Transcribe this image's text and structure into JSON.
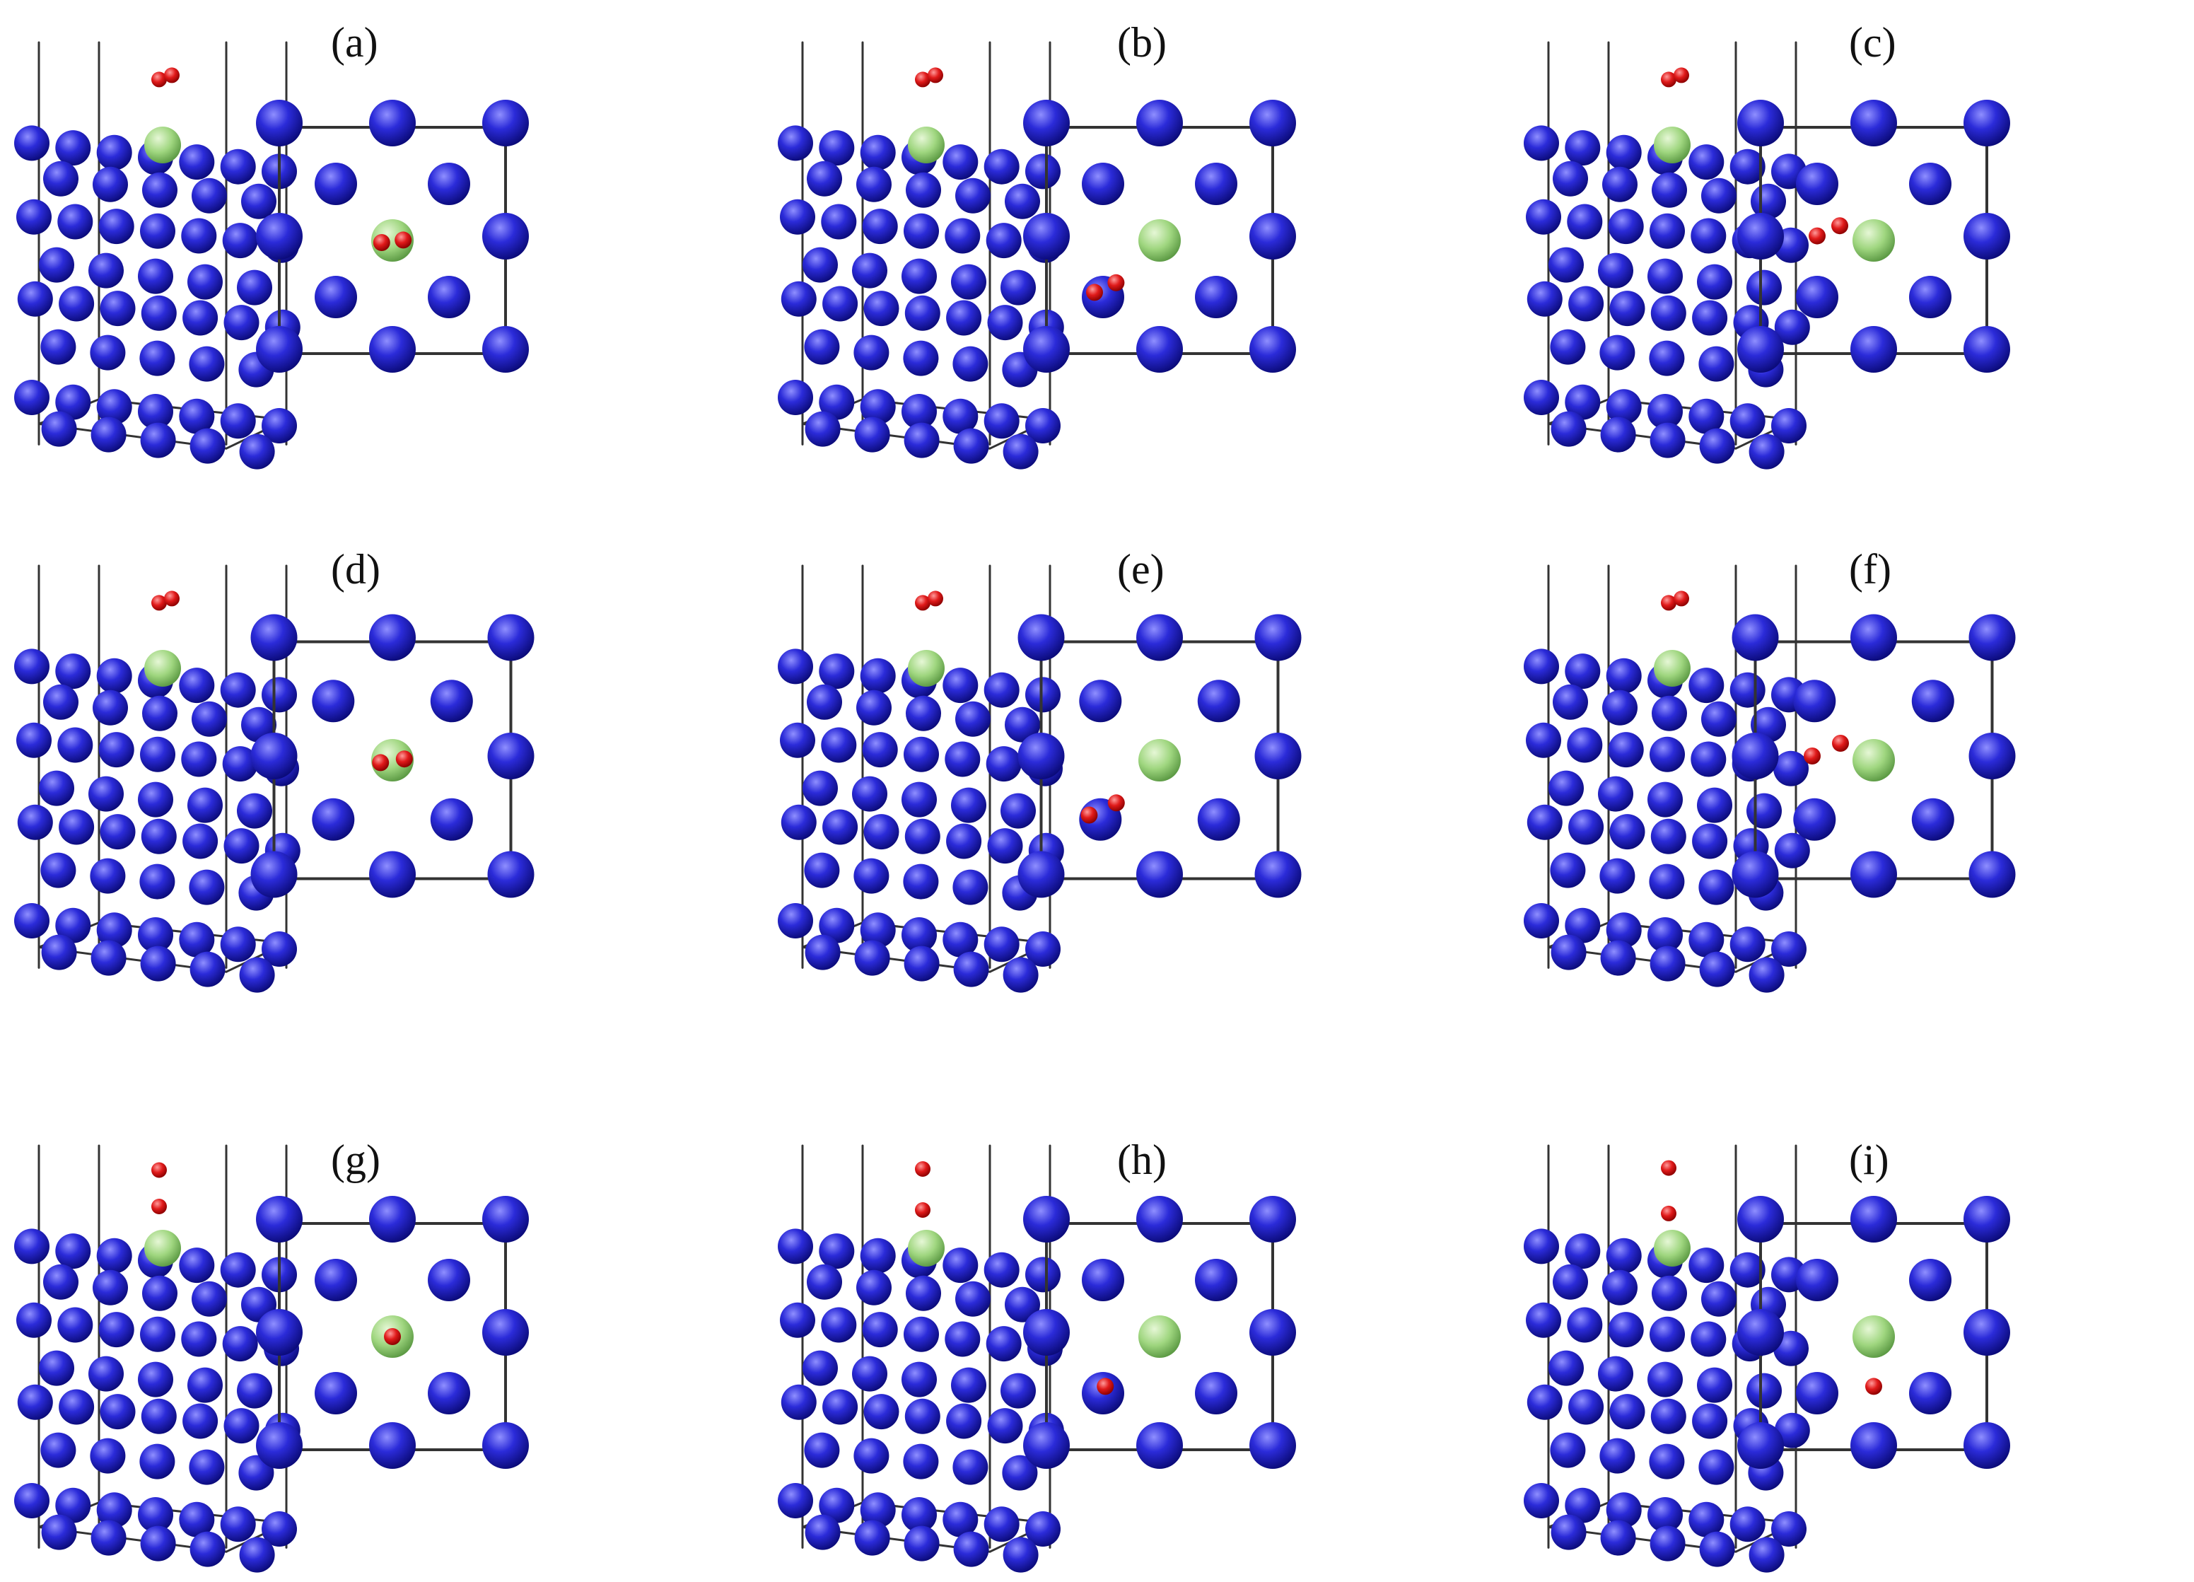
{
  "panels": [
    {
      "label": "(a)",
      "o2": "tilted",
      "o2_site": "over-dopant",
      "o_sep": 0.95
    },
    {
      "label": "(b)",
      "o2": "tilted",
      "o2_site": "lower-left",
      "o_sep": 0.95
    },
    {
      "label": "(c)",
      "o2": "tilted",
      "o2_site": "left-of-dopant",
      "o_sep": 1.0
    },
    {
      "label": "(d)",
      "o2": "tilted",
      "o2_site": "over-dopant",
      "o_sep": 1.05
    },
    {
      "label": "(e)",
      "o2": "tilted",
      "o2_site": "lower-left",
      "o_sep": 1.2
    },
    {
      "label": "(f)",
      "o2": "tilted",
      "o2_site": "left-of-dopant",
      "o_sep": 1.25
    },
    {
      "label": "(g)",
      "o2": "vertical",
      "o2_site": "over-dopant",
      "o_sep": 1.6
    },
    {
      "label": "(h)",
      "o2": "vertical",
      "o2_site": "lower-left",
      "o_sep": 1.8
    },
    {
      "label": "(i)",
      "o2": "vertical",
      "o2_site": "below-dopant",
      "o_sep": 2.0
    }
  ],
  "colors": {
    "host_atom": "#2b2bd9",
    "host_atom_dark": "#0b0b7a",
    "host_atom_light": "#8f8fff",
    "dopant_atom": "#9fd67f",
    "dopant_atom_light": "#e6f7d6",
    "oxygen_atom": "#e01a1a",
    "oxygen_atom_light": "#ff9a9a",
    "cell_line": "#333333"
  }
}
